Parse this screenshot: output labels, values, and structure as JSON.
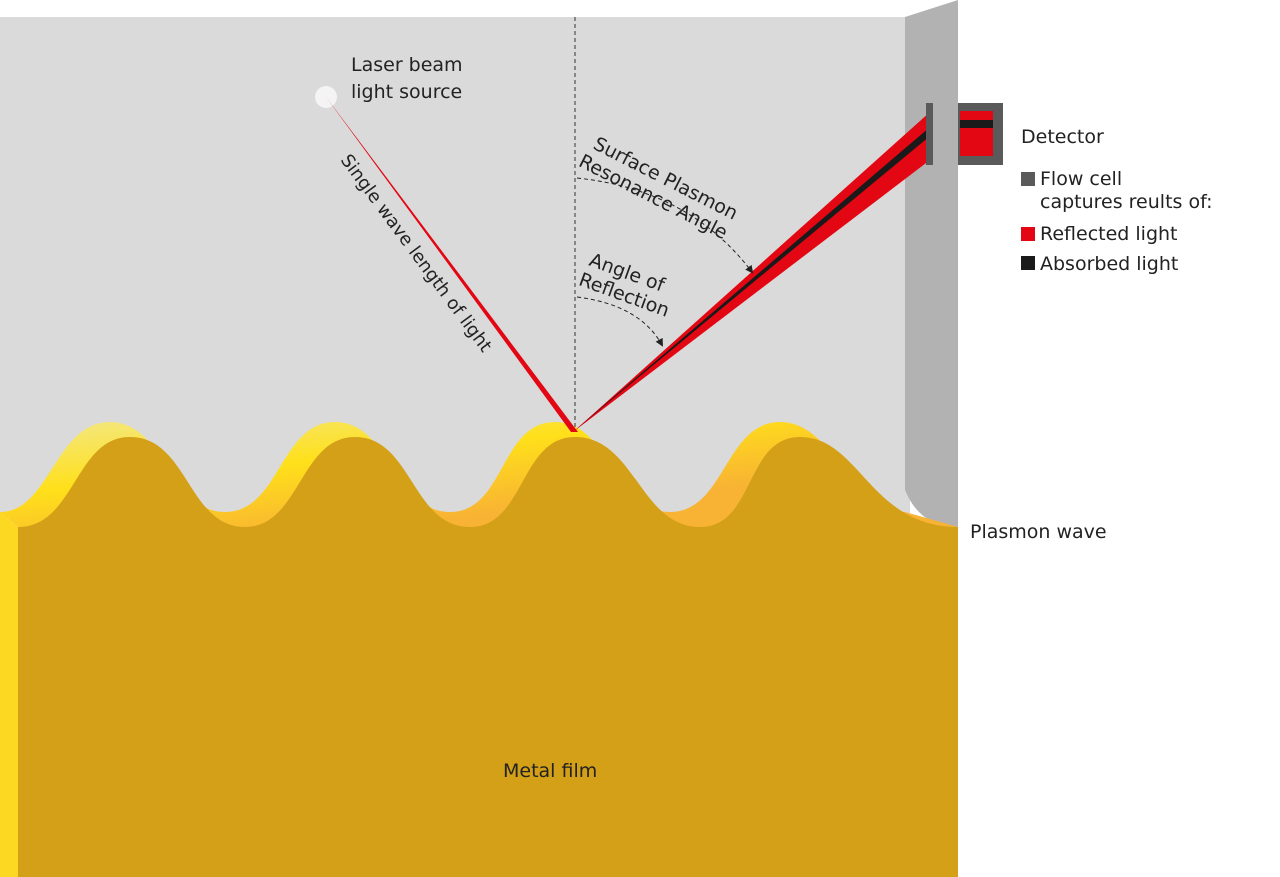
{
  "labels": {
    "laser_source": [
      "Laser beam",
      "light source"
    ],
    "beam": "Single wave length of light",
    "spr_angle": [
      "Surface  Plasmon",
      "Resonance Angle"
    ],
    "reflection_angle": [
      "Angle of",
      "Reflection"
    ],
    "detector": "Detector",
    "plasmon_wave": "Plasmon wave",
    "metal_film": "Metal film"
  },
  "legend": [
    {
      "label": [
        "Flow cell",
        "captures reults of:"
      ],
      "color": "#5a5a5a"
    },
    {
      "label": [
        "Reflected light"
      ],
      "color": "#e30613"
    },
    {
      "label": [
        "Absorbed light"
      ],
      "color": "#1a1a1a"
    }
  ],
  "colors": {
    "background": "#dadada",
    "wall": "#b2b2b2",
    "metal": "#d4a017",
    "beam": "#e30613",
    "absorbed": "#1a1a1a"
  }
}
